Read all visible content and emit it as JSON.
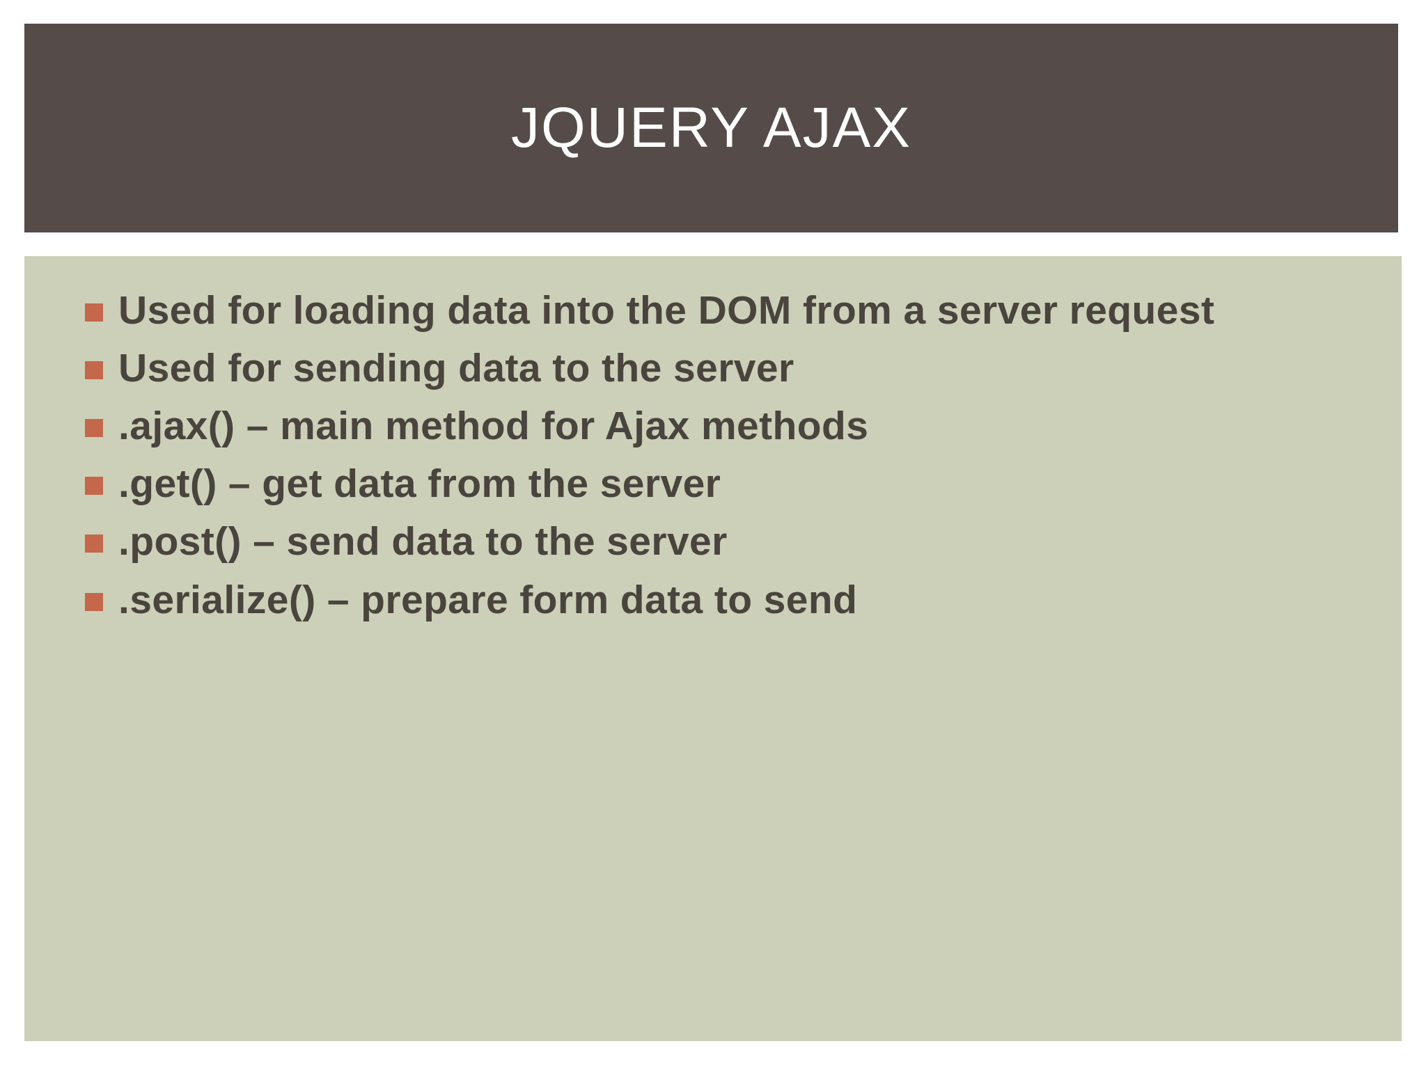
{
  "slide": {
    "title": "jQuery Ajax",
    "title_display": "JQUERY AJAX",
    "colors": {
      "title_band": "#554b49",
      "body_panel": "#ccd0b8",
      "bullet_marker": "#c4674b",
      "body_text": "#4a443e",
      "title_text": "#ffffff",
      "page_background": "#ffffff"
    },
    "bullets": [
      {
        "text": "Used for loading data into the DOM from a server request"
      },
      {
        "text": "Used for sending data to the server"
      },
      {
        "text": ".ajax() – main method for Ajax methods"
      },
      {
        "text": ".get() – get data from the server"
      },
      {
        "text": ".post() – send data to the server"
      },
      {
        "text": ".serialize() – prepare form data to send"
      }
    ],
    "bullet_marker_icon": "square-bullet-icon"
  }
}
